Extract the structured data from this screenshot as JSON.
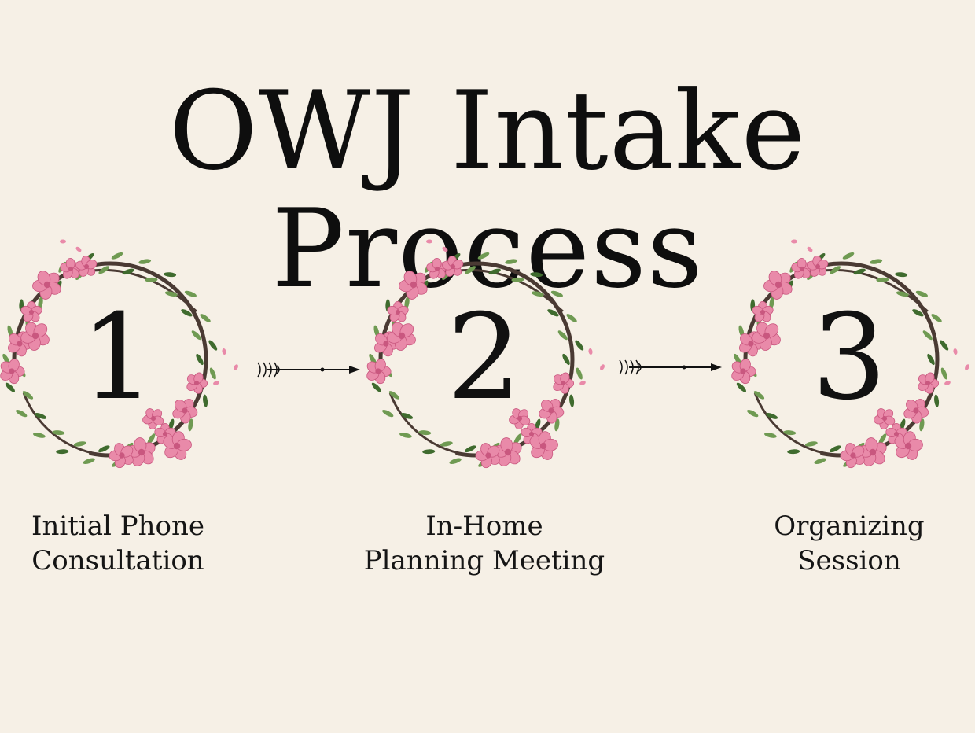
{
  "title": "OWJ Intake Process",
  "colors": {
    "background": "#f6f0e6",
    "text": "#111111",
    "blossom": "#e98aa9",
    "blossom_dark": "#c9577f",
    "leaf": "#6f9a52",
    "leaf_dark": "#3f6b2e",
    "branch": "#4a3a33"
  },
  "steps": [
    {
      "number": "1",
      "line1": "Initial Phone",
      "line2": "Consultation"
    },
    {
      "number": "2",
      "line1": "In-Home",
      "line2": "Planning Meeting"
    },
    {
      "number": "3",
      "line1": "Organizing",
      "line2": "Session"
    }
  ],
  "icons": {
    "wreath": "floral-wreath-icon",
    "connector": "arrow-right-icon"
  }
}
